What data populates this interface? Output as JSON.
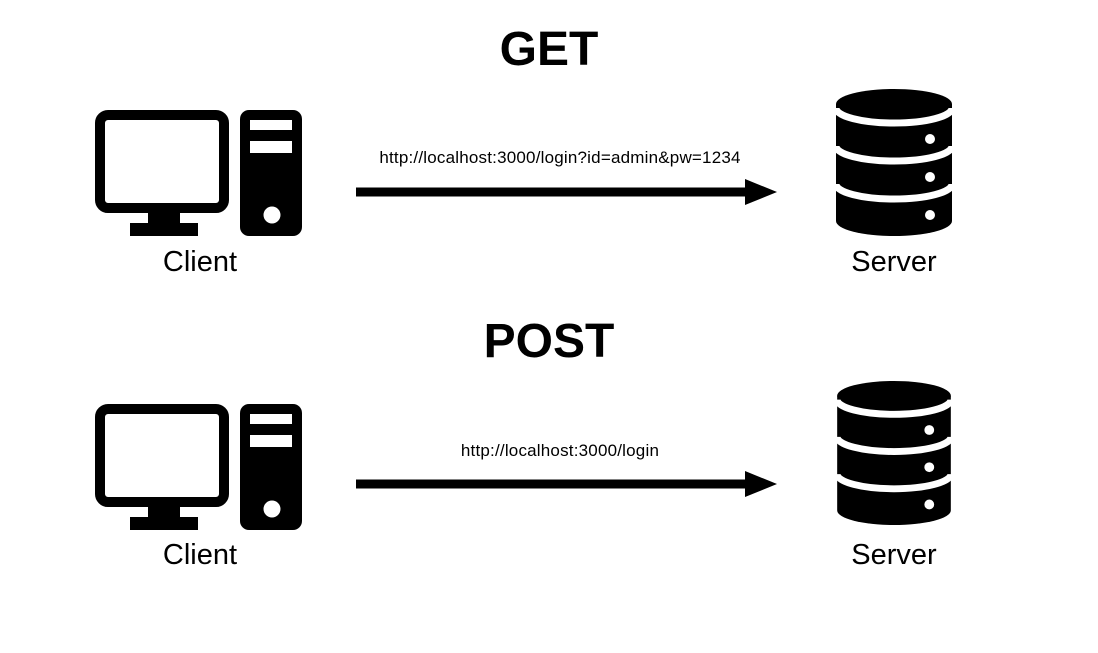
{
  "diagram": {
    "colors": {
      "foreground": "#000000",
      "background": "#ffffff"
    },
    "sections": [
      {
        "title": "GET",
        "client": {
          "label": "Client",
          "icon": "desktop-computer-icon"
        },
        "server": {
          "label": "Server",
          "icon": "database-icon"
        },
        "request": {
          "url": "http://localhost:3000/login?id=admin&pw=1234",
          "direction": "client-to-server"
        }
      },
      {
        "title": "POST",
        "client": {
          "label": "Client",
          "icon": "desktop-computer-icon"
        },
        "server": {
          "label": "Server",
          "icon": "database-icon"
        },
        "request": {
          "url": "http://localhost:3000/login",
          "direction": "client-to-server"
        }
      }
    ]
  }
}
